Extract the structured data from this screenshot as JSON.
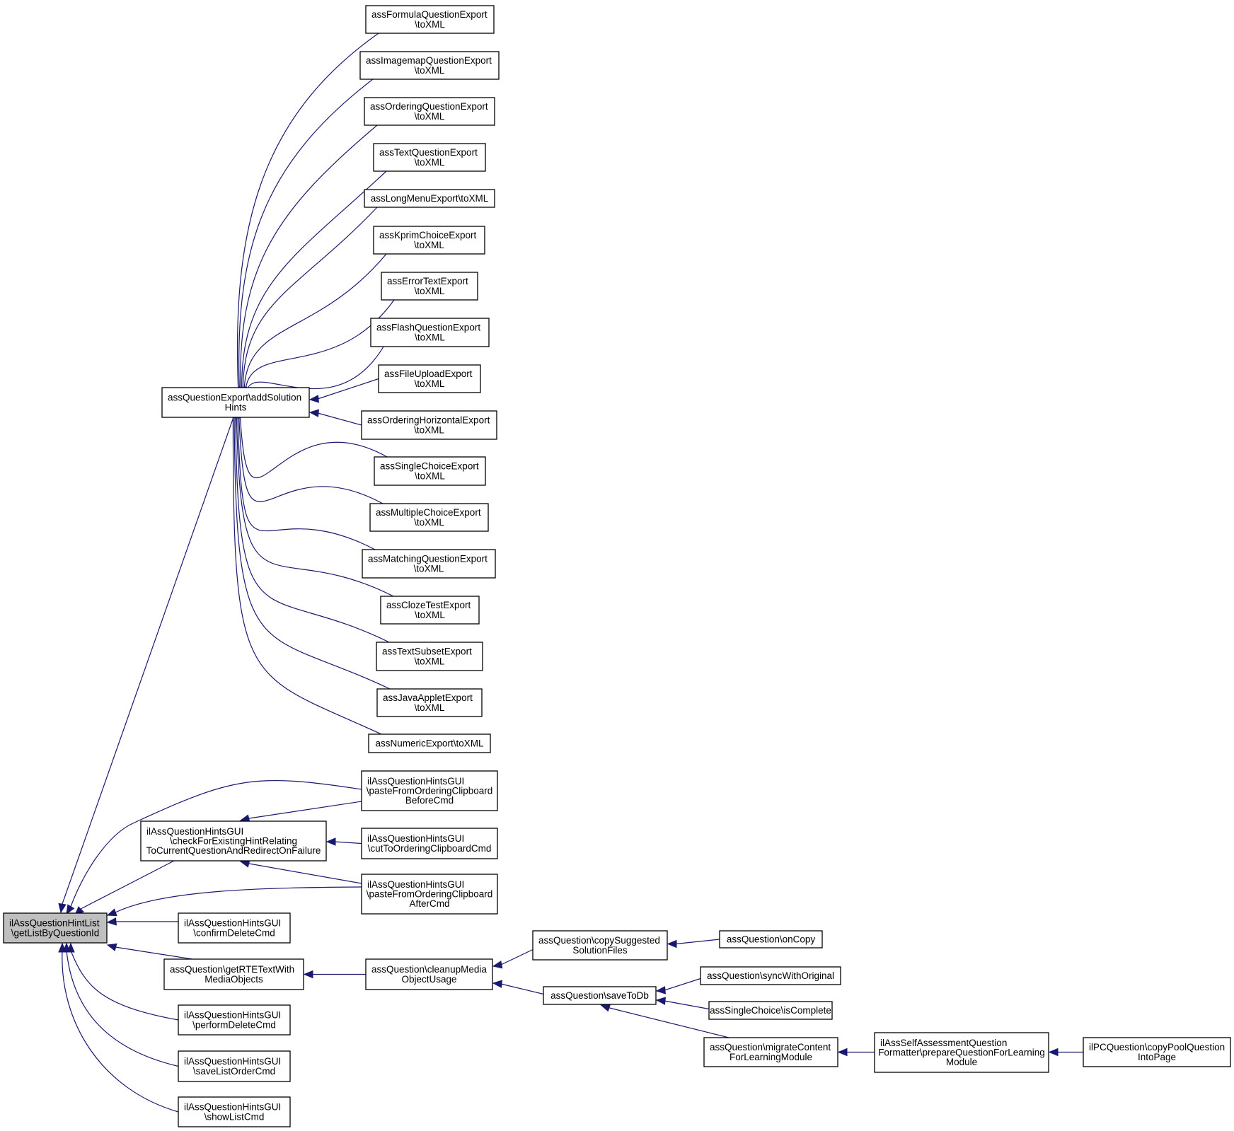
{
  "colors": {
    "edge": "#191970",
    "node_border": "#000000",
    "node_fill": "#ffffff",
    "root_fill": "#bfbfbf",
    "text": "#000000"
  },
  "nodes": {
    "root": [
      "ilAssQuestionHintList",
      "\\getListByQuestionId"
    ],
    "addSolutionHints": [
      "assQuestionExport\\addSolution",
      "Hints"
    ],
    "formula": [
      "assFormulaQuestionExport",
      "\\toXML"
    ],
    "imagemap": [
      "assImagemapQuestionExport",
      "\\toXML"
    ],
    "ordering": [
      "assOrderingQuestionExport",
      "\\toXML"
    ],
    "text": [
      "assTextQuestionExport",
      "\\toXML"
    ],
    "longmenu": [
      "assLongMenuExport\\toXML"
    ],
    "kprim": [
      "assKprimChoiceExport",
      "\\toXML"
    ],
    "errortext": [
      "assErrorTextExport",
      "\\toXML"
    ],
    "flash": [
      "assFlashQuestionExport",
      "\\toXML"
    ],
    "fileupload": [
      "assFileUploadExport",
      "\\toXML"
    ],
    "orderinghorizontal": [
      "assOrderingHorizontalExport",
      "\\toXML"
    ],
    "singlechoice": [
      "assSingleChoiceExport",
      "\\toXML"
    ],
    "multiplechoice": [
      "assMultipleChoiceExport",
      "\\toXML"
    ],
    "matching": [
      "assMatchingQuestionExport",
      "\\toXML"
    ],
    "cloze": [
      "assClozeTestExport",
      "\\toXML"
    ],
    "textsubset": [
      "assTextSubsetExport",
      "\\toXML"
    ],
    "javaapplet": [
      "assJavaAppletExport",
      "\\toXML"
    ],
    "numeric": [
      "assNumericExport\\toXML"
    ],
    "checkHint": [
      "ilAssQuestionHintsGUI",
      "\\checkForExistingHintRelating",
      "ToCurrentQuestionAndRedirectOnFailure"
    ],
    "pasteBefore": [
      "ilAssQuestionHintsGUI",
      "\\pasteFromOrderingClipboard",
      "BeforeCmd"
    ],
    "cutTo": [
      "ilAssQuestionHintsGUI",
      "\\cutToOrderingClipboardCmd"
    ],
    "pasteAfter": [
      "ilAssQuestionHintsGUI",
      "\\pasteFromOrderingClipboard",
      "AfterCmd"
    ],
    "confirmDelete": [
      "ilAssQuestionHintsGUI",
      "\\confirmDeleteCmd"
    ],
    "getRTE": [
      "assQuestion\\getRTETextWith",
      "MediaObjects"
    ],
    "performDelete": [
      "ilAssQuestionHintsGUI",
      "\\performDeleteCmd"
    ],
    "saveListOrder": [
      "ilAssQuestionHintsGUI",
      "\\saveListOrderCmd"
    ],
    "showList": [
      "ilAssQuestionHintsGUI",
      "\\showListCmd"
    ],
    "cleanupMedia": [
      "assQuestion\\cleanupMedia",
      "ObjectUsage"
    ],
    "copySuggested": [
      "assQuestion\\copySuggested",
      "SolutionFiles"
    ],
    "onCopy": [
      "assQuestion\\onCopy"
    ],
    "saveToDb": [
      "assQuestion\\saveToDb"
    ],
    "syncWithOriginal": [
      "assQuestion\\syncWithOriginal"
    ],
    "isComplete": [
      "assSingleChoice\\isComplete"
    ],
    "migrateContent": [
      "assQuestion\\migrateContent",
      "ForLearningModule"
    ],
    "prepareQuestion": [
      "ilAssSelfAssessmentQuestion",
      "Formatter\\prepareQuestionForLearning",
      "Module"
    ],
    "copyPoolQuestion": [
      "ilPCQuestion\\copyPoolQuestion",
      "IntoPage"
    ]
  }
}
